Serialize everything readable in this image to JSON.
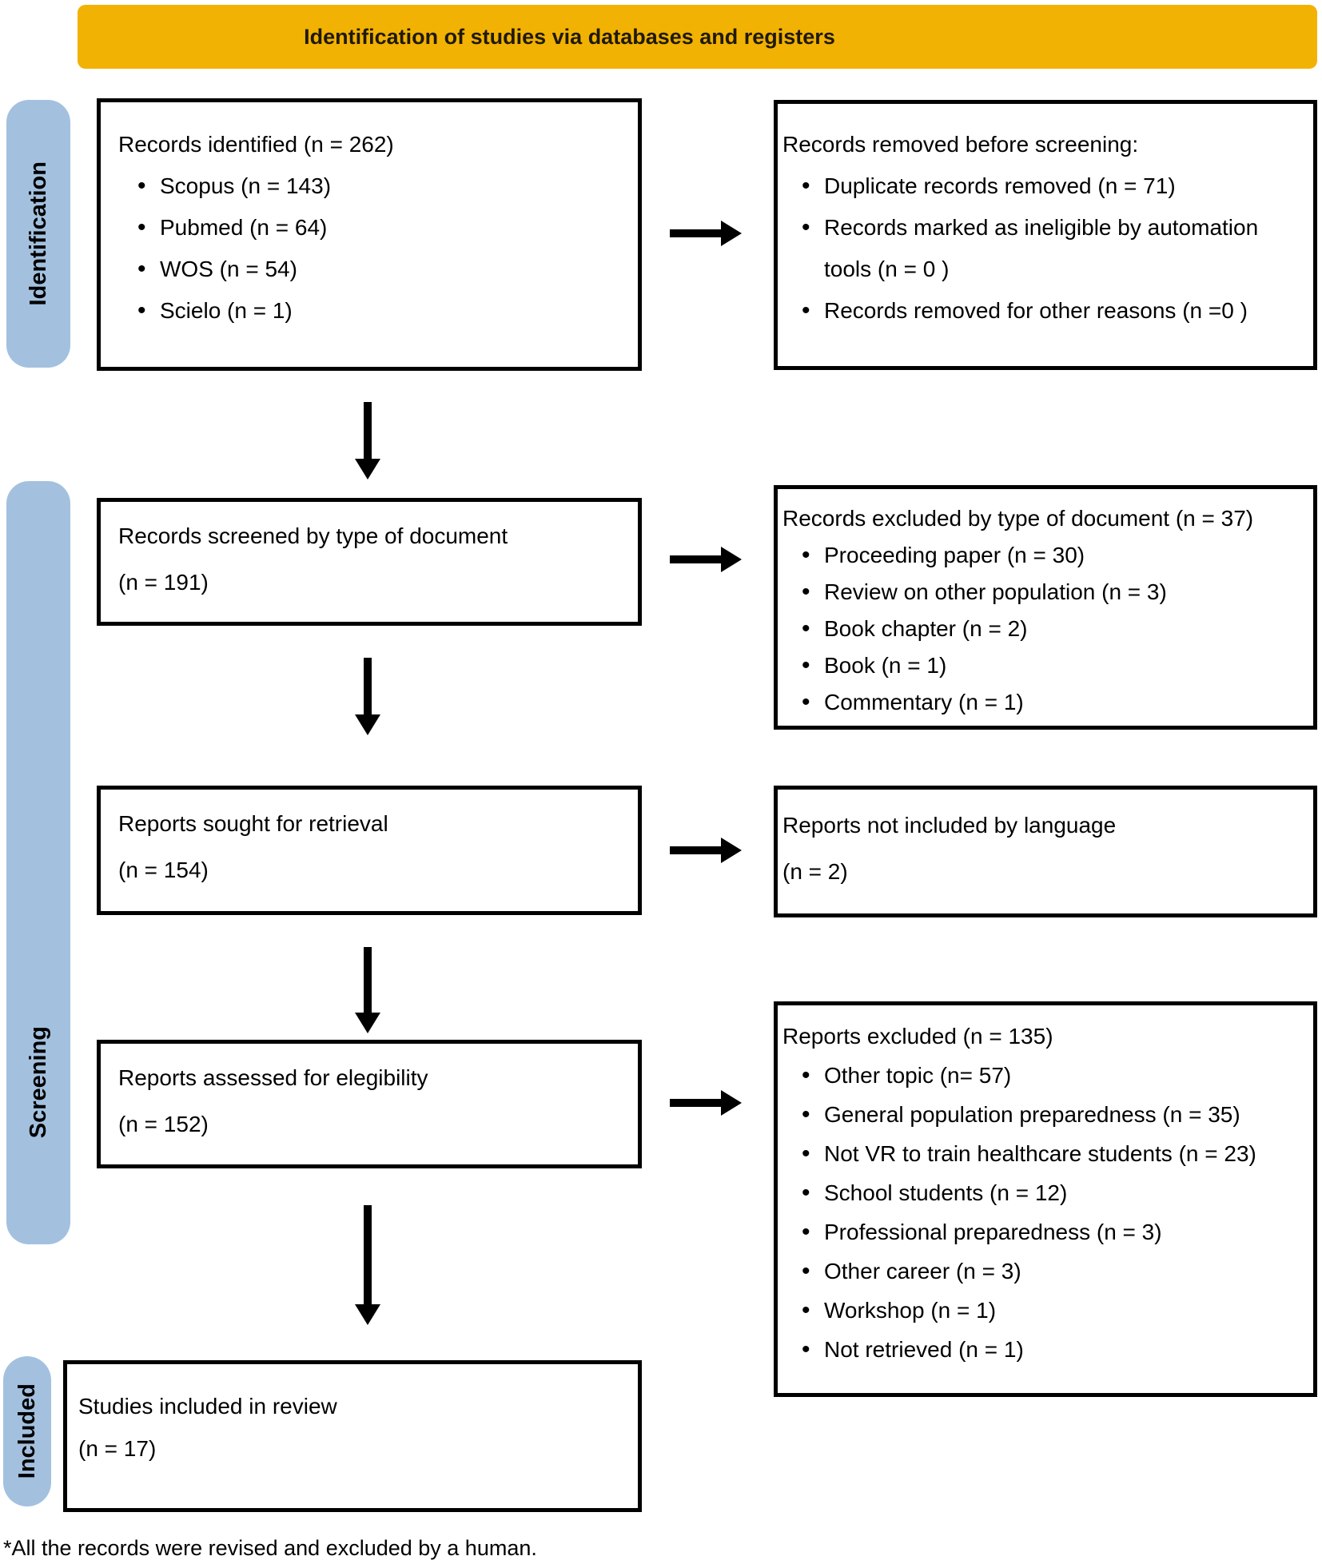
{
  "banner": {
    "title": "Identification of studies via databases and registers"
  },
  "stages": {
    "identification": "Identification",
    "screening": "Screening",
    "included": "Included"
  },
  "colors": {
    "banner_bg": "#F2B203",
    "stage_pill_bg": "#A3C1DF",
    "box_border": "#000000"
  },
  "boxes": {
    "records_identified": {
      "title": "Records identified (n = 262)",
      "items": [
        "Scopus (n = 143)",
        "Pubmed (n = 64)",
        "WOS (n = 54)",
        "Scielo (n = 1)"
      ]
    },
    "records_removed": {
      "title": "Records removed before screening:",
      "items": [
        "Duplicate records removed  (n = 71)",
        "Records marked as ineligible by automation tools (n = 0 )",
        "Records removed for other reasons (n =0 )"
      ]
    },
    "records_screened": {
      "line1": "Records screened by type of document",
      "line2": "(n = 191)"
    },
    "records_excluded_by_type": {
      "title": "Records excluded by type of document (n = 37)",
      "items": [
        "Proceeding paper (n = 30)",
        "Review on other population (n = 3)",
        "Book chapter (n = 2)",
        "Book (n = 1)",
        "Commentary (n = 1)"
      ]
    },
    "reports_sought": {
      "line1": "Reports sought for retrieval",
      "line2": "(n = 154)"
    },
    "reports_not_included": {
      "line1": "Reports not included by language",
      "line2": "(n = 2)"
    },
    "reports_assessed": {
      "line1": "Reports assessed for elegibility",
      "line2": "(n = 152)"
    },
    "reports_excluded": {
      "title": "Reports excluded (n = 135)",
      "items": [
        "Other topic (n= 57)",
        "General population preparedness (n = 35)",
        "Not VR to train healthcare students (n = 23)",
        "School students (n = 12)",
        "Professional preparedness (n = 3)",
        "Other career (n = 3)",
        "Workshop (n = 1)",
        "Not retrieved (n = 1)"
      ]
    },
    "studies_included": {
      "line1": "Studies included in review",
      "line2": "(n = 17)"
    }
  },
  "footnote": "*All the records were revised and excluded by a human."
}
